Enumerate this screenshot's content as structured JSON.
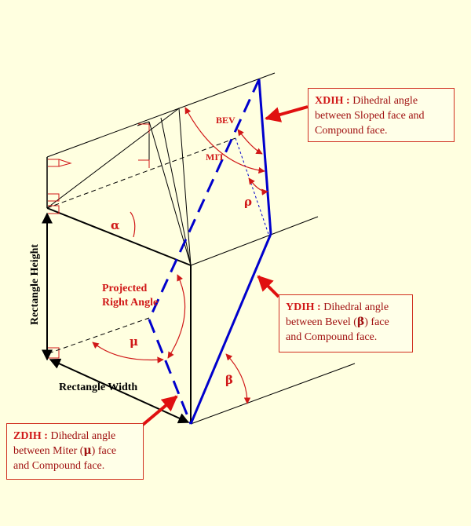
{
  "labels": {
    "alpha": "α",
    "beta": "β",
    "mu": "μ",
    "rho": "ρ",
    "bev": "BEV",
    "mit": "MIT",
    "projected_line1": "Projected",
    "projected_line2": "Right Angle",
    "rect_height": "Rectangle Height",
    "rect_width": "Rectangle Width"
  },
  "notes": {
    "xdih": {
      "key": "XDIH :",
      "line1_rest": " Dihedral angle",
      "line2": "between Sloped face and",
      "line3": "Compound face."
    },
    "ydih": {
      "key": "YDIH :",
      "line1_rest": " Dihedral angle",
      "line2_pre": "between Bevel (",
      "line2_sym": "β",
      "line2_post": ") face",
      "line3": "and Compound face."
    },
    "zdih": {
      "key": "ZDIH :",
      "line1_rest": " Dihedral angle",
      "line2_pre": "between Miter (",
      "line2_sym": "μ",
      "line2_post": ") face",
      "line3": "and Compound face."
    }
  },
  "colors": {
    "background": "#ffffe0",
    "structure": "#000000",
    "compound": "#0000cc",
    "annotation": "#d01818"
  }
}
